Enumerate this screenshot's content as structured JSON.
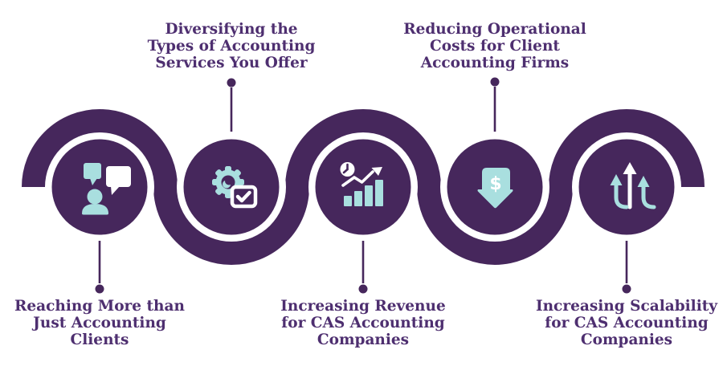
{
  "figure": {
    "type": "process-infographic-wave",
    "background": "#ffffff",
    "colors": {
      "ribbon_purple": "#46275c",
      "circle_purple": "#46275c",
      "icon_teal": "#a9dfdf",
      "icon_white": "#ffffff",
      "label_text": "#4e2f70",
      "connector": "#46275c"
    },
    "icons": {
      "dollar_sign": "$"
    },
    "items": [
      {
        "id": "reaching-more-clients",
        "icon": "person-with-speech-bubbles-icon",
        "label_position": "below",
        "label_lines": [
          "Reaching More than",
          "Just Accounting",
          "Clients"
        ]
      },
      {
        "id": "diversifying-services",
        "icon": "gear-with-checklist-icon",
        "label_position": "above",
        "label_lines": [
          "Diversifying the",
          "Types of Accounting",
          "Services You Offer"
        ]
      },
      {
        "id": "increasing-revenue",
        "icon": "growth-chart-with-clock-icon",
        "label_position": "below",
        "label_lines": [
          "Increasing Revenue",
          "for CAS Accounting",
          "Companies"
        ]
      },
      {
        "id": "reducing-operational-costs",
        "icon": "dollar-down-arrow-icon",
        "label_position": "above",
        "label_lines": [
          "Reducing Operational",
          "Costs for Client",
          "Accounting Firms"
        ]
      },
      {
        "id": "increasing-scalability",
        "icon": "upward-growth-arrows-icon",
        "label_position": "below",
        "label_lines": [
          "Increasing Scalability",
          "for CAS Accounting",
          "Companies"
        ]
      }
    ]
  }
}
